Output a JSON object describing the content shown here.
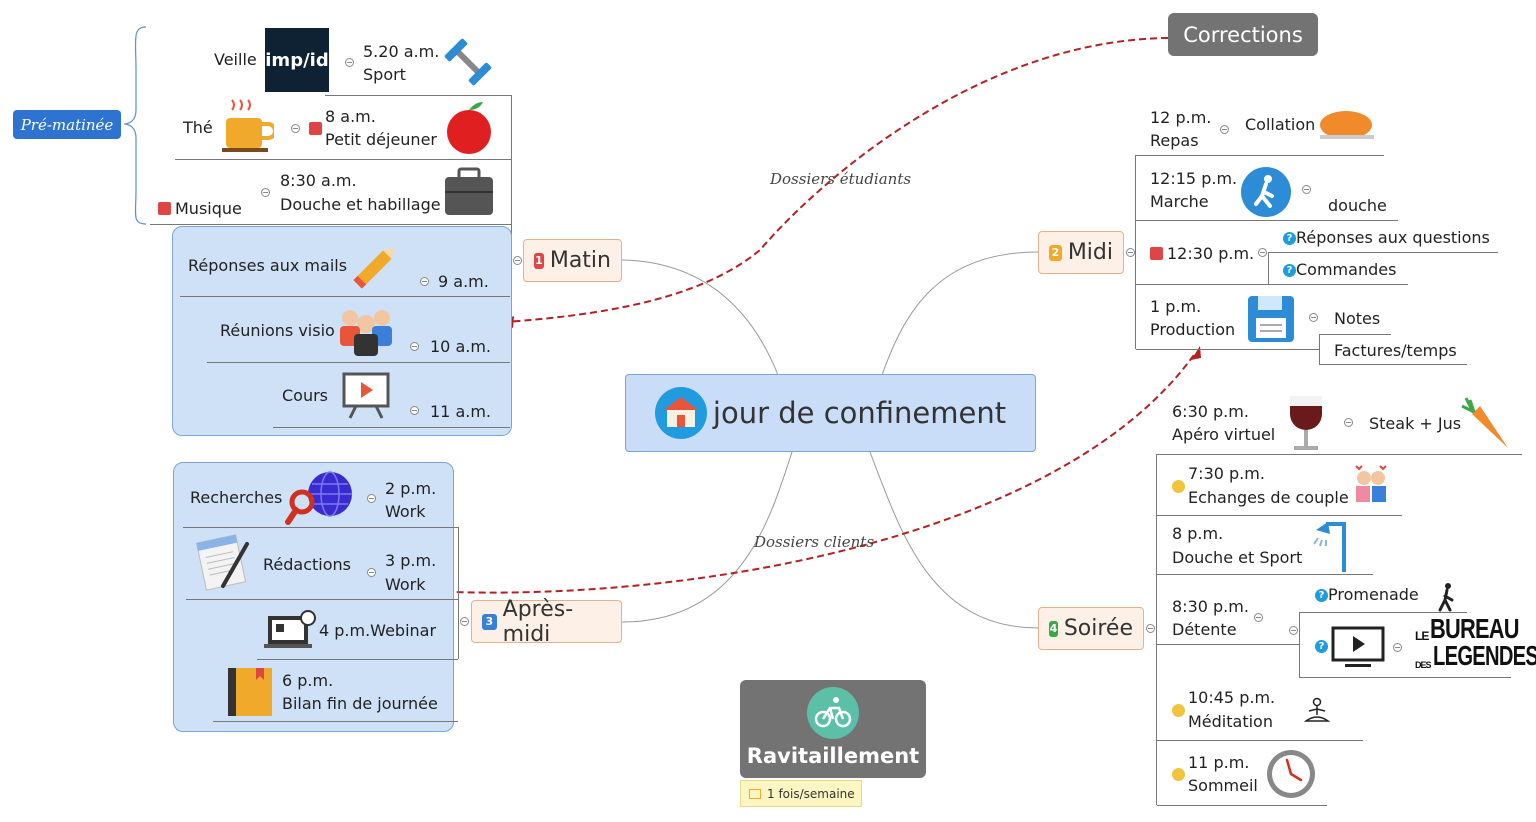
{
  "central": {
    "title": "jour de confinement"
  },
  "branches": {
    "matin": "Matin",
    "midi": "Midi",
    "apres_midi": "Après-midi",
    "soiree": "Soirée"
  },
  "priorities": {
    "matin": "1",
    "midi": "2",
    "apres_midi": "3",
    "soiree": "4"
  },
  "floating": {
    "corrections": "Corrections",
    "ravitaillement": "Ravitaillement",
    "ravitaillement_note": "1 fois/semaine",
    "pre_matinee": "Pré-matinée"
  },
  "relations": {
    "dossiers_etudiants": "Dossiers étudiants",
    "dossiers_clients": "Dossiers clients"
  },
  "matin": {
    "veille": "Veille",
    "logo": "imp/id",
    "t520": "5.20 a.m.",
    "sport": "Sport",
    "the": "Thé",
    "t8": "8 a.m.",
    "petit_dej": "Petit déjeuner",
    "musique": "Musique",
    "t830": "8:30 a.m.",
    "douche_hab": "Douche et habillage",
    "mails": "Réponses aux mails",
    "t9": "9 a.m.",
    "reunions": "Réunions visio",
    "t10": "10 a.m.",
    "cours": "Cours",
    "t11": "11 a.m."
  },
  "midi": {
    "t12": "12 p.m.",
    "repas": "Repas",
    "collation": "Collation",
    "t1215": "12:15 p.m.",
    "marche": "Marche",
    "douche": "douche",
    "t1230": "12:30 p.m.",
    "reponses_q": "Réponses aux questions",
    "commandes": "Commandes",
    "t1": "1 p.m.",
    "production": "Production",
    "notes": "Notes",
    "factures": "Factures/temps"
  },
  "apres_midi": {
    "recherches": "Recherches",
    "t2": "2 p.m.",
    "work1": "Work",
    "redactions": "Rédactions",
    "t3": "3 p.m.",
    "work2": "Work",
    "webinar": "4 p.m.Webinar",
    "t6": "6 p.m.",
    "bilan": "Bilan fin de journée"
  },
  "soiree": {
    "t630": "6:30 p.m.",
    "apero": "Apéro virtuel",
    "steak": "Steak + Jus",
    "t730": "7:30 p.m.",
    "echanges": "Echanges de couple",
    "t8": "8 p.m.",
    "douche_sport": "Douche et Sport",
    "t830": "8:30 p.m.",
    "detente": "Détente",
    "promenade": "Promenade",
    "bureau_top": "BUREAU",
    "bureau_bottom": "LEGENDES",
    "bureau_le": "LE",
    "bureau_des": "DES",
    "t1045": "10:45 p.m.",
    "meditation": "Méditation",
    "t11": "11 p.m.",
    "sommeil": "Sommeil"
  },
  "colors": {
    "central_fill": "#c9ddf8",
    "branch_fill": "#fdf0e6",
    "relation": "#b22222",
    "grey_node": "#737373"
  }
}
